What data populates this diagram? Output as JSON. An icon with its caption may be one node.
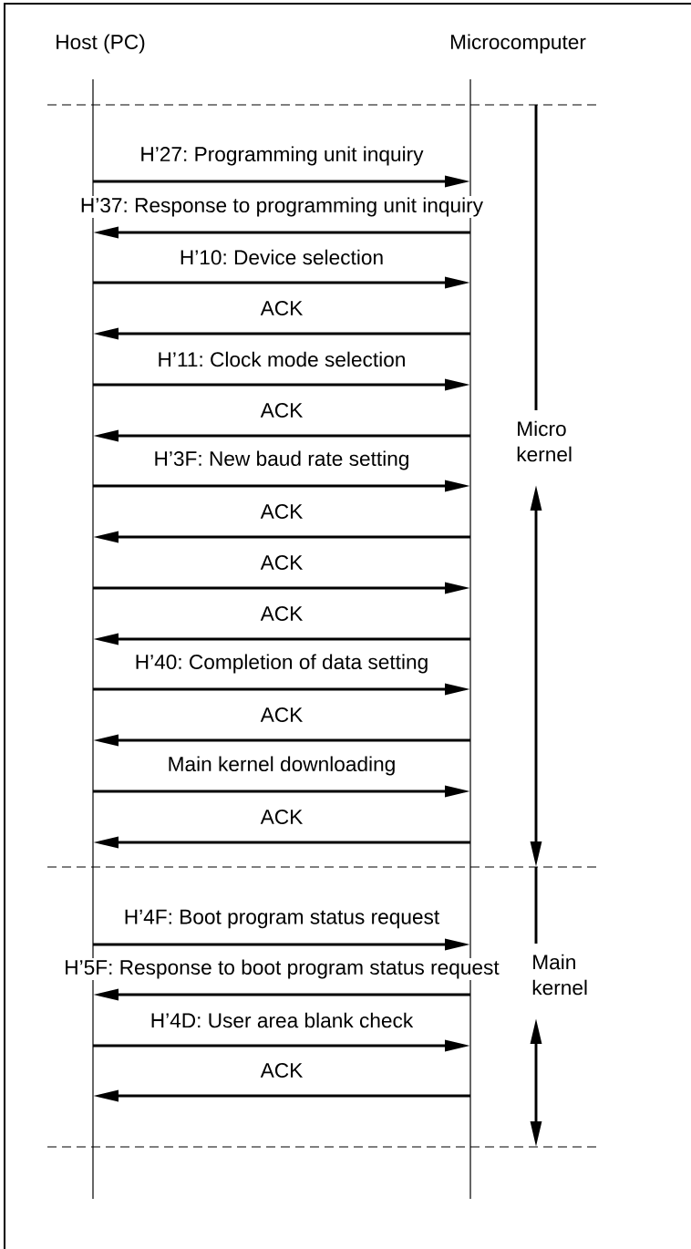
{
  "diagram": {
    "nodes": [
      {
        "text": [
          "Host (PC)"
        ]
      },
      {
        "text": [
          "Microcomputer"
        ]
      }
    ],
    "edges": [
      {
        "from": 0,
        "to": 1,
        "arrow": "to",
        "label": "H’27: Programming unit inquiry"
      },
      {
        "from": 1,
        "to": 0,
        "arrow": "to",
        "label": "H’37: Response to programming unit inquiry"
      },
      {
        "from": 0,
        "to": 1,
        "arrow": "to",
        "label": "H’10: Device selection"
      },
      {
        "from": 1,
        "to": 0,
        "arrow": "to",
        "label": "ACK"
      },
      {
        "from": 0,
        "to": 1,
        "arrow": "to",
        "label": "H’11: Clock mode selection"
      },
      {
        "from": 1,
        "to": 0,
        "arrow": "to",
        "label": "ACK"
      },
      {
        "from": 0,
        "to": 1,
        "arrow": "to",
        "label": "H’3F: New baud rate setting"
      },
      {
        "from": 1,
        "to": 0,
        "arrow": "to",
        "label": "ACK"
      },
      {
        "from": 0,
        "to": 1,
        "arrow": "to",
        "label": "ACK"
      },
      {
        "from": 1,
        "to": 0,
        "arrow": "to",
        "label": "ACK"
      },
      {
        "from": 0,
        "to": 1,
        "arrow": "to",
        "label": "H’40: Completion of data setting"
      },
      {
        "from": 1,
        "to": 0,
        "arrow": "to",
        "label": "ACK"
      },
      {
        "from": 0,
        "to": 1,
        "arrow": "to",
        "label": "Main kernel downloading"
      },
      {
        "from": 1,
        "to": 0,
        "arrow": "to",
        "label": "ACK"
      },
      {
        "from": 0,
        "to": 1,
        "arrow": "to",
        "label": "H’4F: Boot program status request"
      },
      {
        "from": 1,
        "to": 0,
        "arrow": "to",
        "label": "H’5F: Response to boot program status request"
      },
      {
        "from": 0,
        "to": 1,
        "arrow": "to",
        "label": "H’4D: User area blank check"
      },
      {
        "from": 1,
        "to": 0,
        "arrow": "to",
        "label": "ACK"
      }
    ],
    "labels": [
      "Micro kernel",
      "Main kernel"
    ]
  }
}
